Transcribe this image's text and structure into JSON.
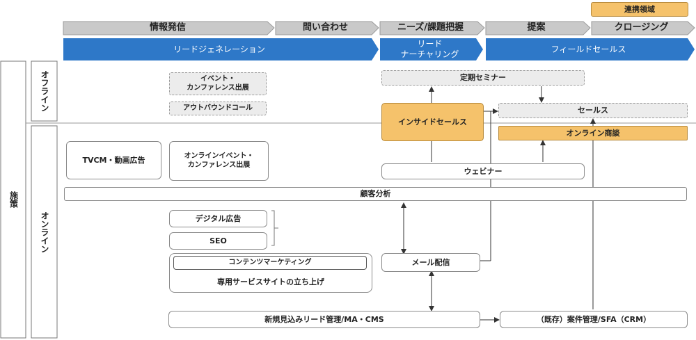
{
  "header": {
    "linked_area": "連携領域",
    "phases": [
      "情報発信",
      "問い合わせ",
      "ニーズ/課題把握",
      "提案",
      "クロージング"
    ],
    "stages": [
      "リードジェネレーション",
      "リード\nナーチャリング",
      "フィールドセールス"
    ]
  },
  "side": {
    "measures": "施策",
    "offline": "オフライン",
    "online": "オンライン"
  },
  "boxes": {
    "event_offline": "イベント・\nカンファレンス出展",
    "outbound_call": "アウトバウンドコール",
    "regular_seminar": "定期セミナー",
    "inside_sales": "インサイドセールス",
    "sales": "セールス",
    "online_meeting": "オンライン商談",
    "tvcm": "TVCM・動画広告",
    "online_event": "オンラインイベント・\nカンファレンス出展",
    "webinar": "ウェビナー",
    "customer_analysis": "顧客分析",
    "digital_ads": "デジタル広告",
    "seo": "SEO",
    "content_marketing": "コンテンツマーケティング",
    "dedicated_site": "専用サービスサイトの立ち上げ",
    "mail_delivery": "メール配信",
    "lead_mgmt": "新規見込みリード管理/MA・CMS",
    "sfa": "（既存）案件管理/SFA（CRM）"
  },
  "colors": {
    "gray_arrow": "#c9c9c9",
    "blue_arrow": "#2e78c8",
    "gold": "#f5c26b"
  }
}
